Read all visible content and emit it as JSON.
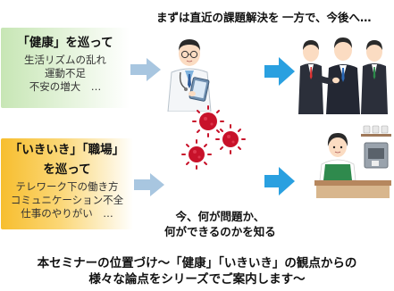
{
  "top_caption_mid": "まずは直近の課題解決を",
  "top_caption_right": "一方で、今後へ…",
  "health_box": {
    "title": "「健康」を巡って",
    "items": [
      "生活リズムの乱れ",
      "運動不足",
      "不安の増大　…"
    ]
  },
  "work_box": {
    "title_line1": "「いきいき」「職場」",
    "title_line2": "を巡って",
    "items": [
      "テレワーク下の働き方",
      "コミュニケーション不全",
      "仕事のやりがい　…"
    ]
  },
  "mid_caption": {
    "line1": "今、何が問題か、",
    "line2": "何ができるのかを知る"
  },
  "summary": {
    "line1": "本セミナーの位置づけ〜「健康」「いきいき」の観点からの",
    "line2": "様々な論点をシリーズでご案内します〜"
  },
  "colors": {
    "health_box": "#c7e6b5",
    "work_box": "#f7be2e",
    "arrow_light": "#a8c6e0",
    "arrow_blue": "#2aa0e0",
    "virus": "#c8122a"
  }
}
